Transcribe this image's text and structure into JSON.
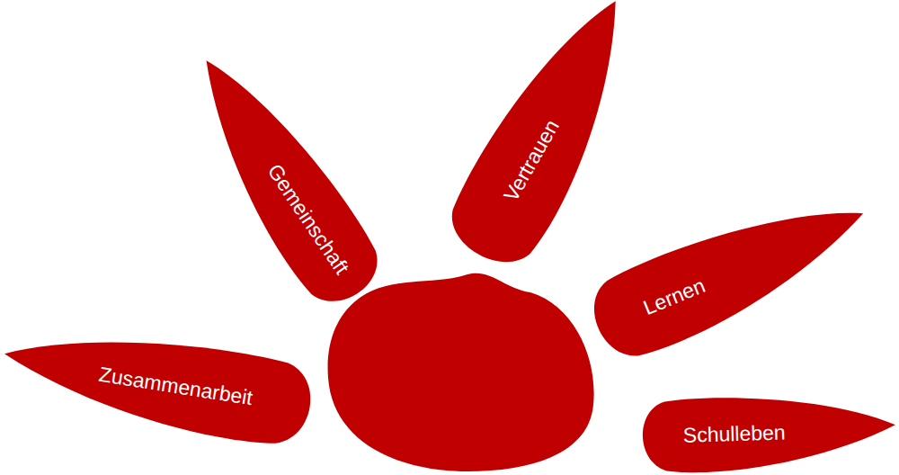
{
  "diagram": {
    "nodes": [
      {
        "text": [
          "Zusammenarbeit"
        ]
      },
      {
        "text": [
          "Gemeinschaft"
        ]
      },
      {
        "text": [
          "Vertrauen"
        ]
      },
      {
        "text": [
          "Lernen"
        ]
      },
      {
        "text": [
          "Schulleben"
        ]
      }
    ]
  }
}
